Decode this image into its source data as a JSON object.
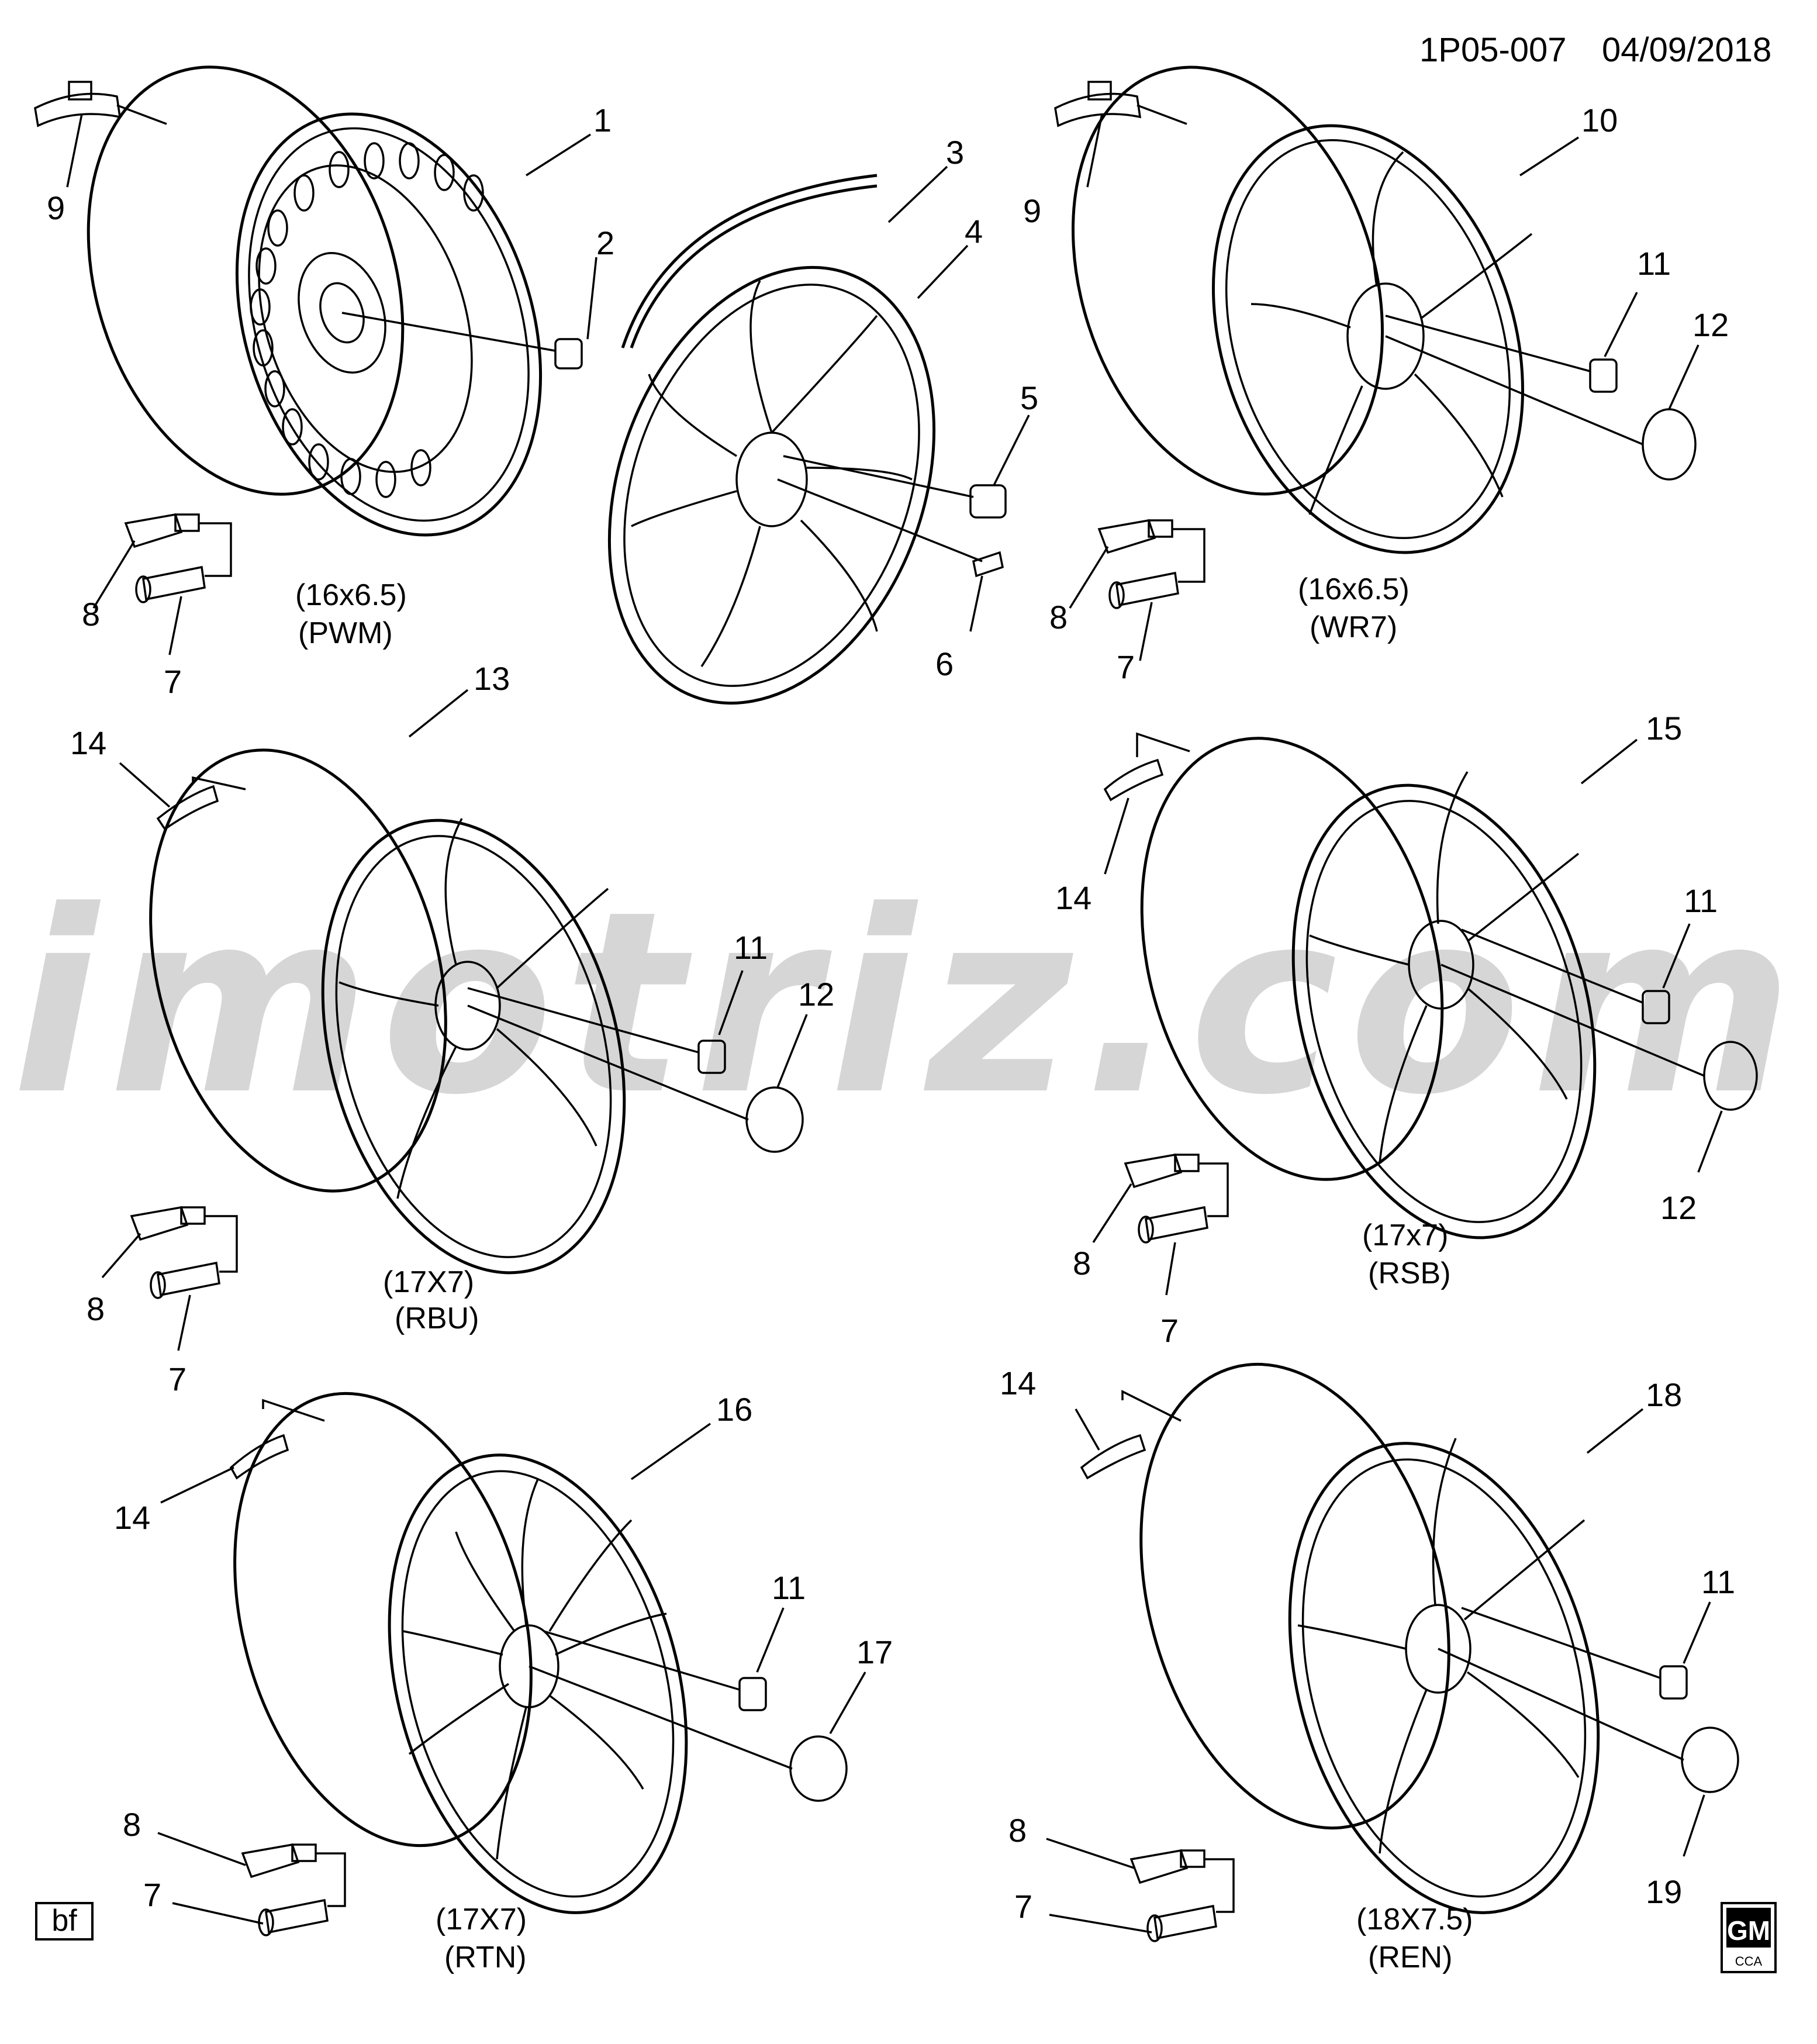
{
  "header": {
    "code": "1P05-007",
    "date": "04/09/2018"
  },
  "watermark": "imotriz.com",
  "corner_tags": {
    "bf": "bf",
    "gm_logo": "GM",
    "gm_sub": "CCA"
  },
  "wheels": [
    {
      "id": "wheel-pwm",
      "size": "(16x6.5)",
      "code": "(PWM)"
    },
    {
      "id": "wheel-wr7",
      "size": "(16x6.5)",
      "code": "(WR7)"
    },
    {
      "id": "wheel-rbu",
      "size": "(17X7)",
      "code": "(RBU)"
    },
    {
      "id": "wheel-rsb",
      "size": "(17x7)",
      "code": "(RSB)"
    },
    {
      "id": "wheel-rtn",
      "size": "(17X7)",
      "code": "(RTN)"
    },
    {
      "id": "wheel-ren",
      "size": "(18X7.5)",
      "code": "(REN)"
    }
  ],
  "callouts": {
    "c1": "1",
    "c2": "2",
    "c3": "3",
    "c4": "4",
    "c5": "5",
    "c6": "6",
    "c7a": "7",
    "c8a": "8",
    "c9a": "9",
    "c9b": "9",
    "c10": "10",
    "c11a": "11",
    "c12a": "12",
    "c7b": "7",
    "c8b": "8",
    "c13": "13",
    "c14a": "14",
    "c11b": "11",
    "c12b": "12",
    "c8c": "8",
    "c7c": "7",
    "c15": "15",
    "c14b": "14",
    "c11c": "11",
    "c12c": "12",
    "c8d": "8",
    "c7d": "7",
    "c16": "16",
    "c14c": "14",
    "c11d": "11",
    "c17": "17",
    "c8e": "8",
    "c7e": "7",
    "c18": "18",
    "c14d": "14",
    "c11e": "11",
    "c19": "19",
    "c8f": "8",
    "c7f": "7"
  },
  "colors": {
    "line": "#000000",
    "watermark": "#bdbdbd",
    "background": "#ffffff"
  }
}
